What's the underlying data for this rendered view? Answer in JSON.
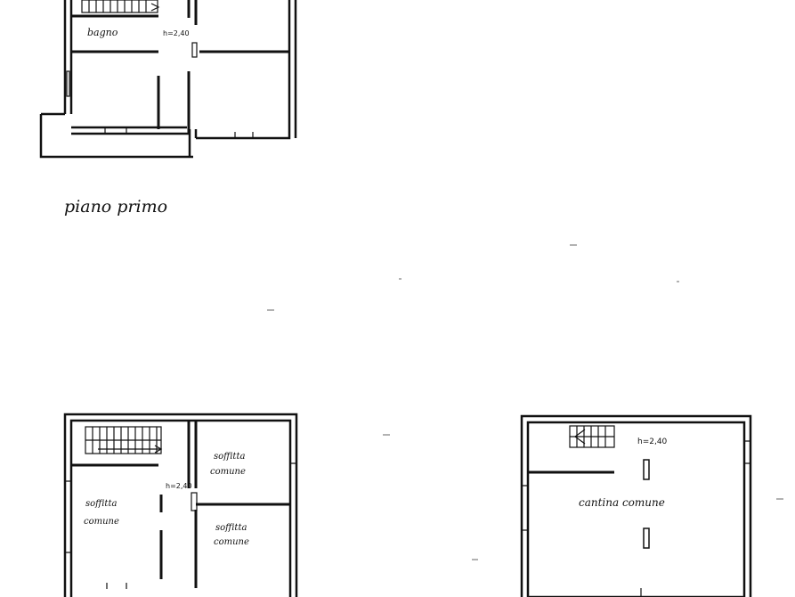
{
  "labels": {
    "top_bathroom": "bagno",
    "top_height": "h=2,40",
    "floor_caption": "piano primo",
    "bl_attic_left_1": "soffitta",
    "bl_attic_left_2": "comune",
    "bl_attic_tr_1": "soffitta",
    "bl_attic_tr_2": "comune",
    "bl_attic_br_1": "soffitta",
    "bl_attic_br_2": "comune",
    "bl_height": "h=2,40",
    "br_height": "h=2,40",
    "br_cellar": "cantina comune"
  }
}
